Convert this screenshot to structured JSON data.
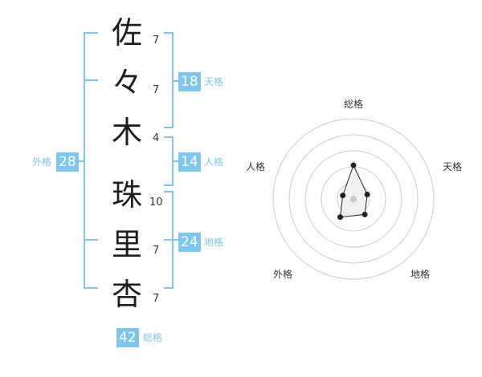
{
  "name_chars": [
    {
      "char": "佐",
      "strokes": "7"
    },
    {
      "char": "々",
      "strokes": "7"
    },
    {
      "char": "木",
      "strokes": "4"
    },
    {
      "char": "珠",
      "strokes": "10"
    },
    {
      "char": "里",
      "strokes": "7"
    },
    {
      "char": "杏",
      "strokes": "7"
    }
  ],
  "fortune": {
    "tenkaku": {
      "label": "天格",
      "value": "18"
    },
    "jinkaku": {
      "label": "人格",
      "value": "14"
    },
    "chikaku": {
      "label": "地格",
      "value": "24"
    },
    "gaikaku": {
      "label": "外格",
      "value": "28"
    },
    "soukaku": {
      "label": "総格",
      "value": "42"
    }
  },
  "colors": {
    "accent": "#7fc6ef",
    "text": "#1f1f1f",
    "radar_fill": "#f0f0f0",
    "radar_line": "#222222",
    "ring": "#cccccc"
  },
  "chart_data": {
    "type": "radar",
    "axes": [
      "総格",
      "天格",
      "地格",
      "外格",
      "人格"
    ],
    "values": [
      42,
      18,
      24,
      28,
      14
    ],
    "rmax": 100
  }
}
